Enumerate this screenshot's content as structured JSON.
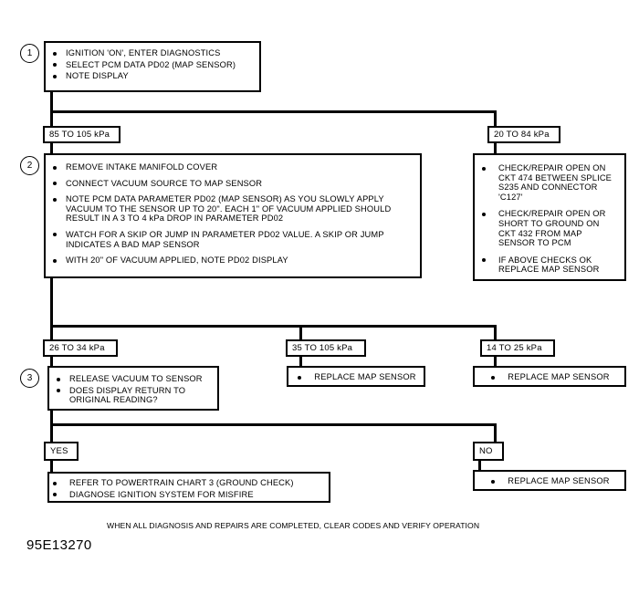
{
  "document": {
    "doc_id": "95E13270",
    "footer_note": "WHEN ALL DIAGNOSIS AND REPAIRS ARE COMPLETED, CLEAR CODES AND VERIFY OPERATION"
  },
  "steps": {
    "one": "1",
    "two": "2",
    "three": "3"
  },
  "step1": {
    "items": [
      "IGNITION 'ON', ENTER DIAGNOSTICS",
      "SELECT PCM DATA PD02 (MAP SENSOR)",
      "NOTE DISPLAY"
    ]
  },
  "branch1": {
    "left_label": "85 TO 105 kPa",
    "right_label": "20 TO 84 kPa"
  },
  "step2": {
    "items": [
      "REMOVE INTAKE MANIFOLD COVER",
      "CONNECT VACUUM SOURCE TO MAP SENSOR",
      "NOTE PCM DATA PARAMETER PD02 (MAP SENSOR) AS YOU SLOWLY APPLY VACUUM TO THE SENSOR UP TO 20\". EACH 1\" OF VACUUM APPLIED SHOULD RESULT IN A 3 TO 4 kPa DROP IN PARAMETER PD02",
      "WATCH FOR A SKIP OR JUMP IN PARAMETER PD02 VALUE.  A SKIP OR JUMP INDICATES A BAD MAP SENSOR",
      "WITH 20\" OF VACUUM APPLIED, NOTE PD02 DISPLAY"
    ]
  },
  "open_circuit_box": {
    "items": [
      "CHECK/REPAIR OPEN ON CKT 474 BETWEEN SPLICE S235 AND CONNECTOR 'C127'",
      "CHECK/REPAIR OPEN OR SHORT TO GROUND ON CKT 432 FROM MAP SENSOR TO PCM",
      "IF ABOVE CHECKS OK REPLACE MAP SENSOR"
    ]
  },
  "branch2": {
    "left_label": "26 TO 34 kPa",
    "middle_label": "35 TO 105 kPa",
    "right_label": "14 TO 25 kPa"
  },
  "step3": {
    "items": [
      "RELEASE VACUUM TO SENSOR",
      "DOES DISPLAY RETURN TO ORIGINAL READING?"
    ]
  },
  "replace_middle": {
    "label": "REPLACE MAP SENSOR"
  },
  "replace_right": {
    "label": "REPLACE MAP SENSOR"
  },
  "branch3": {
    "yes_label": "YES",
    "no_label": "NO"
  },
  "yes_outcome": {
    "items": [
      "REFER TO POWERTRAIN CHART 3 (GROUND CHECK)",
      "DIAGNOSE IGNITION SYSTEM FOR MISFIRE"
    ]
  },
  "no_outcome": {
    "label": "REPLACE MAP SENSOR"
  },
  "colors": {
    "ink": "#000000",
    "paper": "#ffffff"
  }
}
